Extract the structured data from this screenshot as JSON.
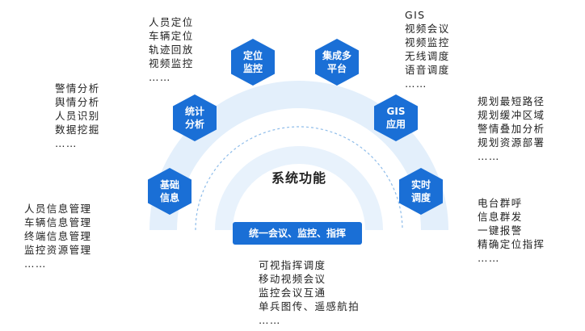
{
  "diagram": {
    "center_title": "系统功能",
    "bottom_bar": "统一会议、监控、指挥",
    "nodes": {
      "basic_info": {
        "line1": "基础",
        "line2": "信息"
      },
      "stat_analysis": {
        "line1": "统计",
        "line2": "分析"
      },
      "position_monitor": {
        "line1": "定位",
        "line2": "监控"
      },
      "integration_platform": {
        "line1": "集成多",
        "line2": "平台"
      },
      "gis_app": {
        "line1": "GIS",
        "line2": "应用"
      },
      "realtime_dispatch": {
        "line1": "实时",
        "line2": "调度"
      }
    },
    "lists": {
      "basic_info": [
        "人员信息管理",
        "车辆信息管理",
        "终端信息管理",
        "监控资源管理",
        "……"
      ],
      "stat_analysis": [
        "警情分析",
        "舆情分析",
        "人员识别",
        "数据挖掘",
        "……"
      ],
      "position_monitor": [
        "人员定位",
        "车辆定位",
        "轨迹回放",
        "视频监控",
        "……"
      ],
      "integration_platform": [
        "GIS",
        "视频会议",
        "视频监控",
        "无线调度",
        "语音调度",
        "……"
      ],
      "gis_app": [
        "规划最短路径",
        "规划缓冲区域",
        "警情叠加分析",
        "规划资源部署",
        "……"
      ],
      "realtime_dispatch": [
        "电台群呼",
        "信息群发",
        "一键报警",
        "精确定位指挥",
        "……"
      ],
      "bottom": [
        "可视指挥调度",
        "移动视频会议",
        "监控会议互通",
        "单兵图传、遥感航拍",
        "……"
      ]
    },
    "colors": {
      "node_blue": "#1a6fd6",
      "outer_ring": "#e3effb",
      "inner_ring": "#e8f2fc",
      "dashed_arc": "#8fbdea",
      "text": "#222222"
    }
  }
}
